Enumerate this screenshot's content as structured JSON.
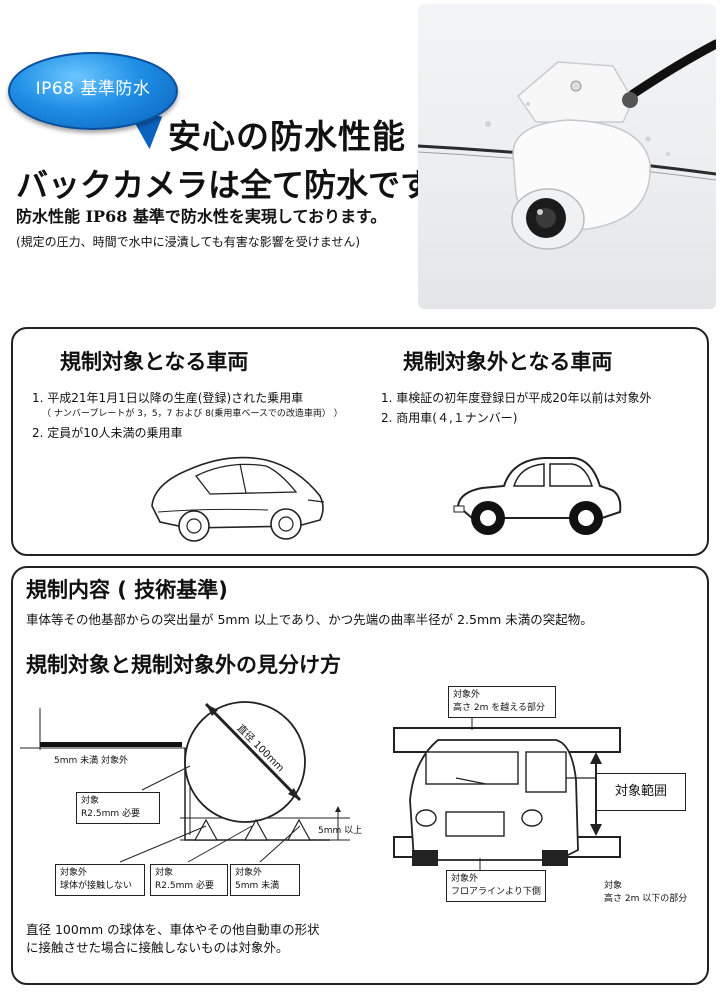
{
  "hero": {
    "badge": "IP68 基準防水",
    "title": "安心の防水性能",
    "subtitle": "バックカメラは全て防水です。",
    "description": "防水性能 IP68 基準で防水性を実現しております。",
    "note": "(規定の圧力、時間で水中に浸漬しても有害な影響を受けません)"
  },
  "regulated": {
    "heading": "規制対象となる車両",
    "items": [
      "1. 平成21年1月1日以降の生産(登録)された乗用車",
      "（ ナンバープレートが 3，5，7 および 8(乗用車ベースでの改造車両） ）",
      "2. 定員が10人未満の乗用車"
    ]
  },
  "exempt": {
    "heading": "規制対象外となる車両",
    "items": [
      "1. 車検証の初年度登録日が平成20年以前は対象外",
      "2. 商用車(４,１ナンバー)"
    ]
  },
  "standard": {
    "heading": "規制内容 ( 技術基準)",
    "text": "車体等その他基部からの突出量が 5mm 以上であり、かつ先端の曲率半径が 2.5mm 未満の突起物。"
  },
  "howto": {
    "heading": "規制対象と規制対象外の見分け方",
    "diagram": {
      "under5": "5mm 未満 対象外",
      "diameter": "直径 100mm",
      "target_r": [
        "対象",
        "R2.5mm 必要"
      ],
      "over5": "5mm 以上",
      "exempt_sphere": [
        "対象外",
        "球体が接触しない"
      ],
      "target_r2": [
        "対象",
        "R2.5mm 必要"
      ],
      "exempt_under5": [
        "対象外",
        "5mm 未満"
      ]
    },
    "footnote_line1": "直径 100mm の球体を、車体やその他自動車の形状",
    "footnote_line2": "に接触させた場合に接触しないものは対象外。",
    "van": {
      "top_label": [
        "対象外",
        "高さ 2m を越える部分"
      ],
      "range_label": "対象範囲",
      "bottom_label": [
        "対象外",
        "フロアラインより下側"
      ],
      "right_label": [
        "対象",
        "高さ 2m 以下の部分"
      ]
    }
  }
}
